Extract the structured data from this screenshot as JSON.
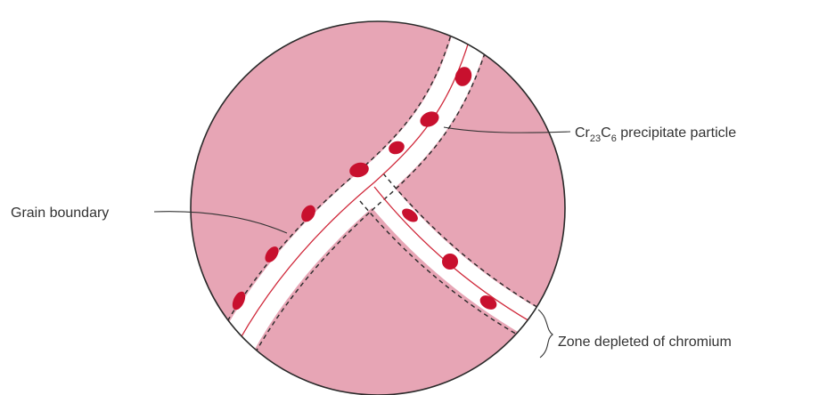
{
  "labels": {
    "precipitate": {
      "prefix": "Cr",
      "sub1": "23",
      "mid": "C",
      "sub2": "6",
      "suffix": " precipitate particle"
    },
    "grain_boundary": "Grain boundary",
    "depleted_zone": "Zone depleted of chromium"
  },
  "colors": {
    "grain": "#e7a5b5",
    "grain_outline": "#2a2a2a",
    "depleted_zone": "#ffffff",
    "precipitate": "#c8102e",
    "boundary_line": "#d02a3c",
    "leader_line": "#333333"
  }
}
